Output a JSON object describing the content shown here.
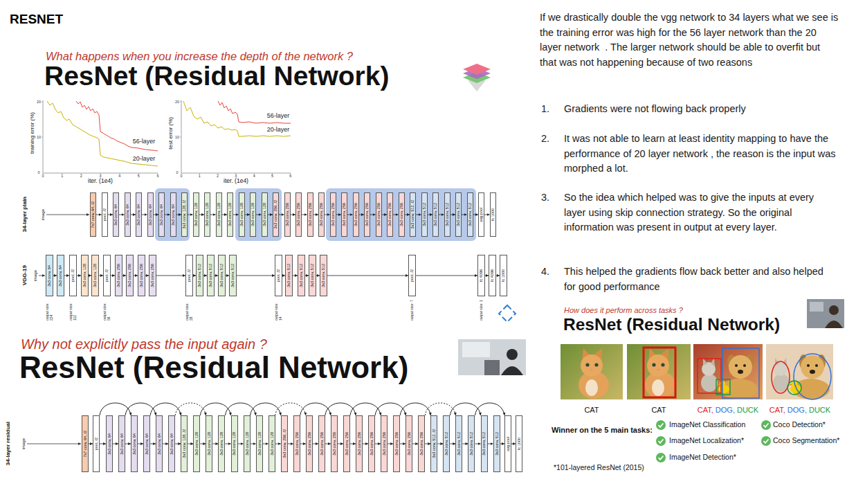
{
  "diagram": {
    "title": "RESNET",
    "nodes": [
      {
        "text": [
          "7x7 conv, 64, /2"
        ]
      },
      {
        "text": [
          "pool, /2"
        ]
      },
      {
        "text": [
          "3x3 conv, 64"
        ]
      },
      {
        "text": [
          "3x3 conv, 64"
        ]
      },
      {
        "text": [
          "3x3 conv, 64"
        ]
      },
      {
        "text": [
          "3x3 conv, 64"
        ]
      },
      {
        "text": [
          "3x3 conv, 64"
        ]
      },
      {
        "text": [
          "3x3 conv, 64"
        ]
      },
      {
        "text": [
          "3x3 conv, 128, /2"
        ]
      },
      {
        "text": [
          "3x3 conv, 128"
        ]
      },
      {
        "text": [
          "3x3 conv, 128"
        ]
      },
      {
        "text": [
          "3x3 conv, 128"
        ]
      },
      {
        "text": [
          "3x3 conv, 128"
        ]
      },
      {
        "text": [
          "3x3 conv, 128"
        ]
      },
      {
        "text": [
          "3x3 conv, 128"
        ]
      },
      {
        "text": [
          "3x3 conv, 128"
        ]
      },
      {
        "text": [
          "3x3 conv, 256, /2"
        ]
      },
      {
        "text": [
          "3x3 conv, 256"
        ]
      },
      {
        "text": [
          "3x3 conv, 256"
        ]
      },
      {
        "text": [
          "3x3 conv, 256"
        ]
      },
      {
        "text": [
          "3x3 conv, 256"
        ]
      },
      {
        "text": [
          "3x3 conv, 256"
        ]
      },
      {
        "text": [
          "3x3 conv, 256"
        ]
      },
      {
        "text": [
          "3x3 conv, 256"
        ]
      },
      {
        "text": [
          "3x3 conv, 256"
        ]
      },
      {
        "text": [
          "3x3 conv, 256"
        ]
      },
      {
        "text": [
          "3x3 conv, 256"
        ]
      },
      {
        "text": [
          "3x3 conv, 256"
        ]
      },
      {
        "text": [
          "3x3 conv, 512, /2"
        ]
      },
      {
        "text": [
          "3x3 conv, 512"
        ]
      },
      {
        "text": [
          "3x3 conv, 512"
        ]
      },
      {
        "text": [
          "3x3 conv, 512"
        ]
      },
      {
        "text": [
          "3x3 conv, 512"
        ]
      },
      {
        "text": [
          "3x3 conv, 512"
        ]
      },
      {
        "text": [
          "avg pool"
        ]
      },
      {
        "text": [
          "fc 1000"
        ]
      },
      {
        "text": [
          "3x3 conv, 64"
        ]
      },
      {
        "text": [
          "3x3 conv, 64"
        ]
      },
      {
        "text": [
          "pool, /2"
        ]
      },
      {
        "text": [
          "3x3 conv, 128"
        ]
      },
      {
        "text": [
          "3x3 conv, 128"
        ]
      },
      {
        "text": [
          "pool, /2"
        ]
      },
      {
        "text": [
          "3x3 conv, 256"
        ]
      },
      {
        "text": [
          "3x3 conv, 256"
        ]
      },
      {
        "text": [
          "3x3 conv, 256"
        ]
      },
      {
        "text": [
          "3x3 conv, 256"
        ]
      },
      {
        "text": [
          "pool, /2"
        ]
      },
      {
        "text": [
          "3x3 conv, 512"
        ]
      },
      {
        "text": [
          "3x3 conv, 512"
        ]
      },
      {
        "text": [
          "3x3 conv, 512"
        ]
      },
      {
        "text": [
          "3x3 conv, 512"
        ]
      },
      {
        "text": [
          "pool, /2"
        ]
      },
      {
        "text": [
          "3x3 conv, 512"
        ]
      },
      {
        "text": [
          "3x3 conv, 512"
        ]
      },
      {
        "text": [
          "3x3 conv, 512"
        ]
      },
      {
        "text": [
          "3x3 conv, 512"
        ]
      },
      {
        "text": [
          "pool, /2"
        ]
      },
      {
        "text": [
          "fc 4096"
        ]
      },
      {
        "text": [
          "fc 4096"
        ]
      },
      {
        "text": [
          "fc 1000"
        ]
      },
      {
        "text": [
          "7x7 conv, 64, /2"
        ]
      },
      {
        "text": [
          "pool, /2"
        ]
      },
      {
        "text": [
          "3x3 conv, 64"
        ]
      },
      {
        "text": [
          "3x3 conv, 64"
        ]
      },
      {
        "text": [
          "3x3 conv, 64"
        ]
      },
      {
        "text": [
          "3x3 conv, 64"
        ]
      },
      {
        "text": [
          "3x3 conv, 64"
        ]
      },
      {
        "text": [
          "3x3 conv, 64"
        ]
      },
      {
        "text": [
          "3x3 conv, 128, /2"
        ]
      },
      {
        "text": [
          "3x3 conv, 128"
        ]
      },
      {
        "text": [
          "3x3 conv, 128"
        ]
      },
      {
        "text": [
          "3x3 conv, 128"
        ]
      },
      {
        "text": [
          "3x3 conv, 128"
        ]
      },
      {
        "text": [
          "3x3 conv, 128"
        ]
      },
      {
        "text": [
          "3x3 conv, 128"
        ]
      },
      {
        "text": [
          "3x3 conv, 128"
        ]
      },
      {
        "text": [
          "3x3 conv, 256, /2"
        ]
      },
      {
        "text": [
          "3x3 conv, 256"
        ]
      },
      {
        "text": [
          "3x3 conv, 256"
        ]
      },
      {
        "text": [
          "3x3 conv, 256"
        ]
      },
      {
        "text": [
          "3x3 conv, 256"
        ]
      },
      {
        "text": [
          "3x3 conv, 256"
        ]
      },
      {
        "text": [
          "3x3 conv, 256"
        ]
      },
      {
        "text": [
          "3x3 conv, 256"
        ]
      },
      {
        "text": [
          "3x3 conv, 256"
        ]
      },
      {
        "text": [
          "3x3 conv, 256"
        ]
      },
      {
        "text": [
          "3x3 conv, 256"
        ]
      },
      {
        "text": [
          "3x3 conv, 256"
        ]
      },
      {
        "text": [
          "3x3 conv, 512, /2"
        ]
      },
      {
        "text": [
          "3x3 conv, 512"
        ]
      },
      {
        "text": [
          "3x3 conv, 512"
        ]
      },
      {
        "text": [
          "3x3 conv, 512"
        ]
      },
      {
        "text": [
          "3x3 conv, 512"
        ]
      },
      {
        "text": [
          "3x3 conv, 512"
        ]
      },
      {
        "text": [
          "avg pool"
        ]
      },
      {
        "text": [
          "fc 1000"
        ]
      }
    ],
    "edges": [
      {
        "from": 0,
        "to": 1,
        "arrow": "to"
      },
      {
        "from": 1,
        "to": 2,
        "arrow": "to"
      },
      {
        "from": 2,
        "to": 3,
        "arrow": "to"
      },
      {
        "from": 3,
        "to": 4,
        "arrow": "to"
      },
      {
        "from": 4,
        "to": 5,
        "arrow": "to"
      },
      {
        "from": 5,
        "to": 6,
        "arrow": "to"
      },
      {
        "from": 6,
        "to": 7,
        "arrow": "to"
      },
      {
        "from": 7,
        "to": 8,
        "arrow": "to"
      },
      {
        "from": 8,
        "to": 9,
        "arrow": "to"
      },
      {
        "from": 9,
        "to": 10,
        "arrow": "to"
      },
      {
        "from": 10,
        "to": 11,
        "arrow": "to"
      },
      {
        "from": 11,
        "to": 12,
        "arrow": "to"
      },
      {
        "from": 12,
        "to": 13,
        "arrow": "to"
      },
      {
        "from": 13,
        "to": 14,
        "arrow": "to"
      },
      {
        "from": 14,
        "to": 15,
        "arrow": "to"
      },
      {
        "from": 15,
        "to": 16,
        "arrow": "to"
      },
      {
        "from": 16,
        "to": 17,
        "arrow": "to"
      },
      {
        "from": 17,
        "to": 18,
        "arrow": "to"
      },
      {
        "from": 18,
        "to": 19,
        "arrow": "to"
      },
      {
        "from": 19,
        "to": 20,
        "arrow": "to"
      },
      {
        "from": 20,
        "to": 21,
        "arrow": "to"
      },
      {
        "from": 21,
        "to": 22,
        "arrow": "to"
      },
      {
        "from": 22,
        "to": 23,
        "arrow": "to"
      },
      {
        "from": 23,
        "to": 24,
        "arrow": "to"
      },
      {
        "from": 24,
        "to": 25,
        "arrow": "to"
      },
      {
        "from": 25,
        "to": 26,
        "arrow": "to"
      },
      {
        "from": 26,
        "to": 27,
        "arrow": "to"
      },
      {
        "from": 27,
        "to": 28,
        "arrow": "to"
      },
      {
        "from": 28,
        "to": 29,
        "arrow": "to"
      },
      {
        "from": 29,
        "to": 30,
        "arrow": "to"
      },
      {
        "from": 30,
        "to": 31,
        "arrow": "to"
      },
      {
        "from": 31,
        "to": 32,
        "arrow": "to"
      },
      {
        "from": 32,
        "to": 33,
        "arrow": "to"
      },
      {
        "from": 33,
        "to": 34,
        "arrow": "to"
      },
      {
        "from": 34,
        "to": 35,
        "arrow": "to"
      },
      {
        "from": 36,
        "to": 37,
        "arrow": "to"
      },
      {
        "from": 37,
        "to": 38,
        "arrow": "to"
      },
      {
        "from": 38,
        "to": 39,
        "arrow": "to"
      },
      {
        "from": 39,
        "to": 40,
        "arrow": "to"
      },
      {
        "from": 40,
        "to": 41,
        "arrow": "to"
      },
      {
        "from": 41,
        "to": 42,
        "arrow": "to"
      },
      {
        "from": 42,
        "to": 43,
        "arrow": "to"
      },
      {
        "from": 43,
        "to": 44,
        "arrow": "to"
      },
      {
        "from": 44,
        "to": 45,
        "arrow": "to"
      },
      {
        "from": 45,
        "to": 46,
        "arrow": "to"
      },
      {
        "from": 46,
        "to": 47,
        "arrow": "to"
      },
      {
        "from": 47,
        "to": 48,
        "arrow": "to"
      },
      {
        "from": 48,
        "to": 49,
        "arrow": "to"
      },
      {
        "from": 49,
        "to": 50,
        "arrow": "to"
      },
      {
        "from": 50,
        "to": 51,
        "arrow": "to"
      },
      {
        "from": 51,
        "to": 52,
        "arrow": "to"
      },
      {
        "from": 52,
        "to": 53,
        "arrow": "to"
      },
      {
        "from": 53,
        "to": 54,
        "arrow": "to"
      },
      {
        "from": 54,
        "to": 55,
        "arrow": "to"
      },
      {
        "from": 55,
        "to": 56,
        "arrow": "to"
      },
      {
        "from": 56,
        "to": 57,
        "arrow": "to"
      },
      {
        "from": 57,
        "to": 58,
        "arrow": "to"
      },
      {
        "from": 58,
        "to": 59,
        "arrow": "to"
      },
      {
        "from": 60,
        "to": 61,
        "arrow": "to"
      },
      {
        "from": 61,
        "to": 62,
        "arrow": "to"
      },
      {
        "from": 62,
        "to": 63,
        "arrow": "to"
      },
      {
        "from": 63,
        "to": 64,
        "arrow": "to"
      },
      {
        "from": 64,
        "to": 65,
        "arrow": "to"
      },
      {
        "from": 65,
        "to": 66,
        "arrow": "to"
      },
      {
        "from": 66,
        "to": 67,
        "arrow": "to"
      },
      {
        "from": 67,
        "to": 68,
        "arrow": "to"
      },
      {
        "from": 68,
        "to": 69,
        "arrow": "to"
      },
      {
        "from": 69,
        "to": 70,
        "arrow": "to"
      },
      {
        "from": 70,
        "to": 71,
        "arrow": "to"
      },
      {
        "from": 71,
        "to": 72,
        "arrow": "to"
      },
      {
        "from": 72,
        "to": 73,
        "arrow": "to"
      },
      {
        "from": 73,
        "to": 74,
        "arrow": "to"
      },
      {
        "from": 74,
        "to": 75,
        "arrow": "to"
      },
      {
        "from": 75,
        "to": 76,
        "arrow": "to"
      },
      {
        "from": 76,
        "to": 77,
        "arrow": "to"
      },
      {
        "from": 77,
        "to": 78,
        "arrow": "to"
      },
      {
        "from": 78,
        "to": 79,
        "arrow": "to"
      },
      {
        "from": 79,
        "to": 80,
        "arrow": "to"
      },
      {
        "from": 80,
        "to": 81,
        "arrow": "to"
      },
      {
        "from": 81,
        "to": 82,
        "arrow": "to"
      },
      {
        "from": 82,
        "to": 83,
        "arrow": "to"
      },
      {
        "from": 83,
        "to": 84,
        "arrow": "to"
      },
      {
        "from": 84,
        "to": 85,
        "arrow": "to"
      },
      {
        "from": 85,
        "to": 86,
        "arrow": "to"
      },
      {
        "from": 86,
        "to": 87,
        "arrow": "to"
      },
      {
        "from": 87,
        "to": 88,
        "arrow": "to"
      },
      {
        "from": 88,
        "to": 89,
        "arrow": "to"
      },
      {
        "from": 89,
        "to": 90,
        "arrow": "to"
      },
      {
        "from": 90,
        "to": 91,
        "arrow": "to"
      },
      {
        "from": 91,
        "to": 92,
        "arrow": "to"
      },
      {
        "from": 92,
        "to": 93,
        "arrow": "to"
      },
      {
        "from": 93,
        "to": 94,
        "arrow": "to"
      },
      {
        "from": 94,
        "to": 95,
        "arrow": "to"
      },
      {
        "from": 61,
        "to": 64,
        "arrow": "to"
      },
      {
        "from": 63,
        "to": 66,
        "arrow": "to"
      },
      {
        "from": 65,
        "to": 68,
        "arrow": "to"
      },
      {
        "from": 67,
        "to": 70,
        "arrow": "to"
      },
      {
        "from": 69,
        "to": 72,
        "arrow": "to"
      },
      {
        "from": 71,
        "to": 74,
        "arrow": "to"
      },
      {
        "from": 73,
        "to": 76,
        "arrow": "to"
      },
      {
        "from": 75,
        "to": 78,
        "arrow": "to"
      },
      {
        "from": 77,
        "to": 80,
        "arrow": "to"
      },
      {
        "from": 79,
        "to": 82,
        "arrow": "to"
      },
      {
        "from": 81,
        "to": 84,
        "arrow": "to"
      },
      {
        "from": 83,
        "to": 86,
        "arrow": "to"
      },
      {
        "from": 85,
        "to": 88,
        "arrow": "to"
      },
      {
        "from": 87,
        "to": 90,
        "arrow": "to"
      },
      {
        "from": 89,
        "to": 92,
        "arrow": "to"
      },
      {
        "from": 91,
        "to": 94,
        "arrow": "to"
      }
    ],
    "labels": [
      "What happens when you increase the depth of the network ?",
      "ResNet (Residual Network)",
      "training error (%)",
      "20",
      "10",
      "0",
      "0",
      "1",
      "2",
      "3",
      "4",
      "5",
      "6",
      "iter. (1e4)",
      "56-layer",
      "20-layer",
      "test error (%)",
      "20",
      "10",
      "0",
      "0",
      "1",
      "2",
      "3",
      "4",
      "5",
      "6",
      "iter. (1e4)",
      "56-layer",
      "20-layer",
      "34-layer plain",
      "image",
      "VGG-19",
      "image",
      "output size: 224",
      "output size: 112",
      "output size: 56",
      "output size: 28",
      "output size: 14",
      "output size: 7",
      "output size: 1",
      "Why not explicitly pass the input again ?",
      "ResNet (Residual Network)",
      "34-layer residual",
      "image",
      "If we drastically double the vgg network to 34 layers what we see is the training error was high for the 56 layer network than the 20 layer network  . The larger network should be able to overfit but that was not happening because of two reasons",
      "1.",
      "Gradients were not flowing back properly",
      "2.",
      "It was not able to learn at least identity mapping to have the performance of 20 layer network , the reason is the input was morphed a lot.",
      "3.",
      "So the idea which helped was to give the inputs at every layer using skip connection strategy. So the original information was present in output at every layer.",
      "4.",
      "This helped the gradients flow back better and also helped for good performance",
      "How does it perform across tasks ?",
      "ResNet (Residual Network)",
      "CAT",
      "CAT",
      "CAT,",
      "DOG,",
      "DUCK",
      "CAT,",
      "DOG,",
      "DUCK",
      "Winner on the 5 main tasks:",
      "ImageNet Classification",
      "ImageNet Localization*",
      "ImageNet Detection*",
      "Coco Detection*",
      "Coco Segmentation*",
      "*101-layered ResNet (2015)"
    ]
  }
}
